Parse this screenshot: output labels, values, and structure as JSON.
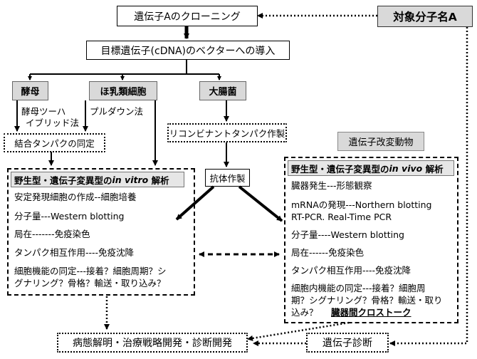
{
  "top": {
    "cloning": "遺伝子Aのクローニング",
    "target": "対象分子名A",
    "vector": "目標遺伝子(cDNA)のベクターへの導入"
  },
  "hosts": {
    "yeast": "酵母",
    "mammal": "ほ乳類細胞",
    "ecoli": "大腸菌"
  },
  "methods": {
    "y2h_line1": "酵母ツーハ",
    "y2h_line2": "イブリッド法",
    "pulldown": "プルダウン法",
    "binding_protein": "結合タンパクの同定",
    "recombinant": "リコンビナントタンパク作製",
    "antibody": "抗体作製",
    "transgenic": "遺伝子改変動物"
  },
  "in_vitro": {
    "head_prefix": "野生型・遺伝子変異型の",
    "head_italic": "in vitro",
    "head_suffix": " 解析",
    "lines": [
      "安定発現細胞の作成--細胞培養",
      "分子量---Western blotting",
      "局在-------免疫染色",
      "タンパク相互作用----免疫沈降",
      "細胞機能の同定---接着？細胞周期？シ",
      "グナリング？骨格？輸送・取り込み？"
    ]
  },
  "in_vivo": {
    "head_prefix": "野生型・遺伝子変異型の",
    "head_italic": "in vivo",
    "head_suffix": " 解析",
    "lines": [
      "臓器発生---形態観察",
      "mRNAの発現---Northern blotting",
      "RT-PCR. Real-Time PCR",
      "分子量----Western blotting",
      "局在------免疫染色",
      "タンパク相互作用----免疫沈降",
      "細胞内機能の同定---接着？細胞周",
      "期？シグナリング？骨格？輸送・取り",
      "込み？"
    ],
    "crosstalk": "臓器間クロストーク"
  },
  "bottom": {
    "pathology": "病態解明・治療戦略開発・診断開発",
    "diagnosis": "遺伝子診断"
  }
}
